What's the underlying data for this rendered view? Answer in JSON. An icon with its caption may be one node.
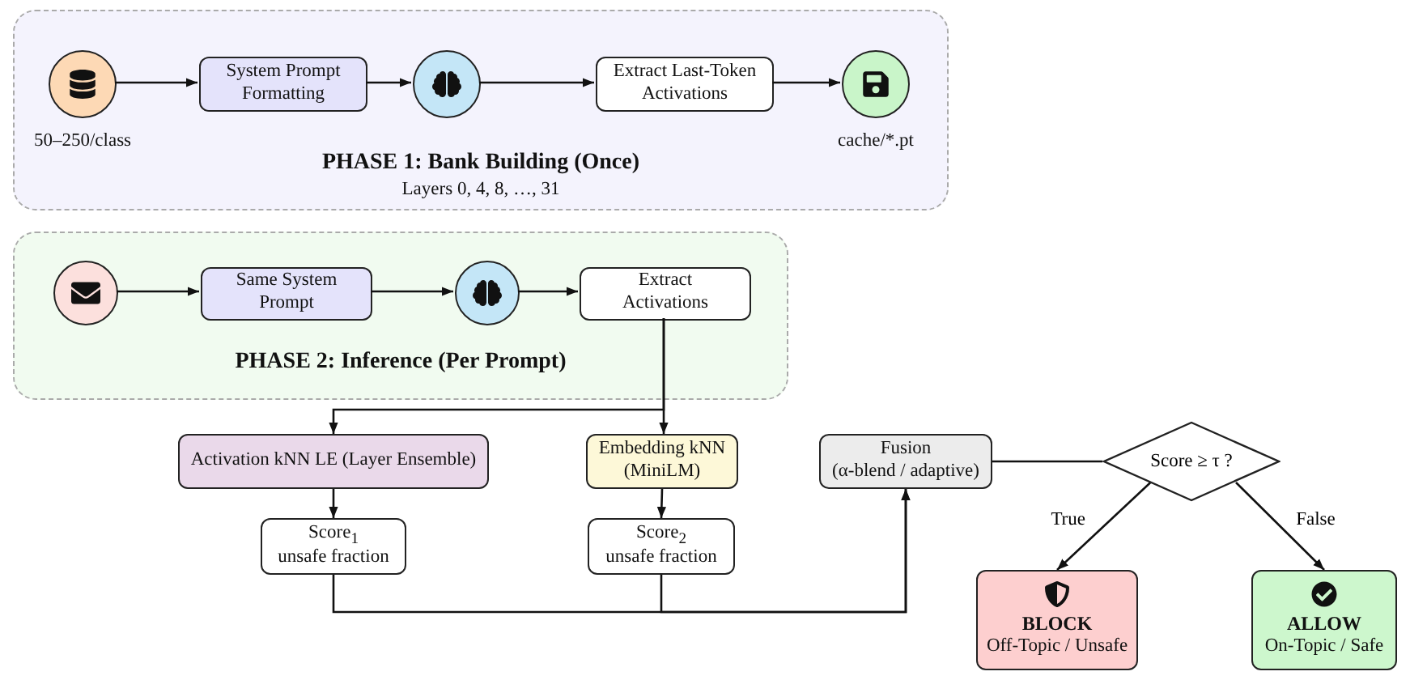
{
  "diagram": {
    "nodes": [
      {
        "text": [
          "PHASE 1: Bank Building (Once)",
          "Layers 0, 4, 8, …, 31"
        ]
      },
      {
        "text": [],
        "shape": "circle",
        "in": 0,
        "beside": [
          "50–250/class"
        ]
      },
      {
        "text": [
          "System Prompt Formatting"
        ],
        "in": 0
      },
      {
        "text": [],
        "shape": "circle",
        "in": 0
      },
      {
        "text": [
          "Extract Last-Token Activations"
        ],
        "in": 0
      },
      {
        "text": [],
        "shape": "circle",
        "in": 0,
        "beside": [
          "cache/*.pt"
        ]
      },
      {
        "text": [
          "PHASE 2: Inference (Per Prompt)"
        ]
      },
      {
        "text": [],
        "shape": "circle",
        "in": 6
      },
      {
        "text": [
          "Same System Prompt"
        ],
        "in": 6
      },
      {
        "text": [],
        "shape": "circle",
        "in": 6
      },
      {
        "text": [
          "Extract Activations"
        ],
        "in": 6
      },
      {
        "text": [
          "Activation kNN LE (Layer Ensemble)"
        ]
      },
      {
        "text": [
          "Embedding kNN (MiniLM)"
        ]
      },
      {
        "text": [
          "Score$_{1}$",
          "unsafe fraction"
        ]
      },
      {
        "text": [
          "Score$_{2}$",
          "unsafe fraction"
        ]
      },
      {
        "text": [
          "Fusion",
          "(α-blend / adaptive)"
        ]
      },
      {
        "text": [
          "Score ≥ τ ?"
        ]
      },
      {
        "text": [
          "BLOCK",
          "Off-Topic / Unsafe"
        ]
      },
      {
        "text": [
          "ALLOW",
          "On-Topic / Safe"
        ]
      }
    ],
    "edges": [
      {
        "from": 1,
        "to": 2,
        "arrow": "to"
      },
      {
        "from": 2,
        "to": 3,
        "arrow": "to"
      },
      {
        "from": 3,
        "to": 4,
        "arrow": "to"
      },
      {
        "from": 4,
        "to": 5,
        "arrow": "to"
      },
      {
        "from": 7,
        "to": 8,
        "arrow": "to"
      },
      {
        "from": 8,
        "to": 9,
        "arrow": "to"
      },
      {
        "from": 9,
        "to": 10,
        "arrow": "to"
      },
      {
        "from": 10,
        "to": 11,
        "arrow": "to"
      },
      {
        "from": 10,
        "to": 12,
        "arrow": "to"
      },
      {
        "from": 11,
        "to": 13,
        "arrow": "to"
      },
      {
        "from": 12,
        "to": 14,
        "arrow": "to"
      },
      {
        "from": 13,
        "to": 15,
        "arrow": "to"
      },
      {
        "from": 14,
        "to": 15,
        "arrow": "to"
      },
      {
        "from": 15,
        "to": 16,
        "arrow": "none"
      },
      {
        "from": 16,
        "to": 17,
        "arrow": "to",
        "label": "True"
      },
      {
        "from": 16,
        "to": 18,
        "arrow": "to",
        "label": "False"
      }
    ]
  }
}
